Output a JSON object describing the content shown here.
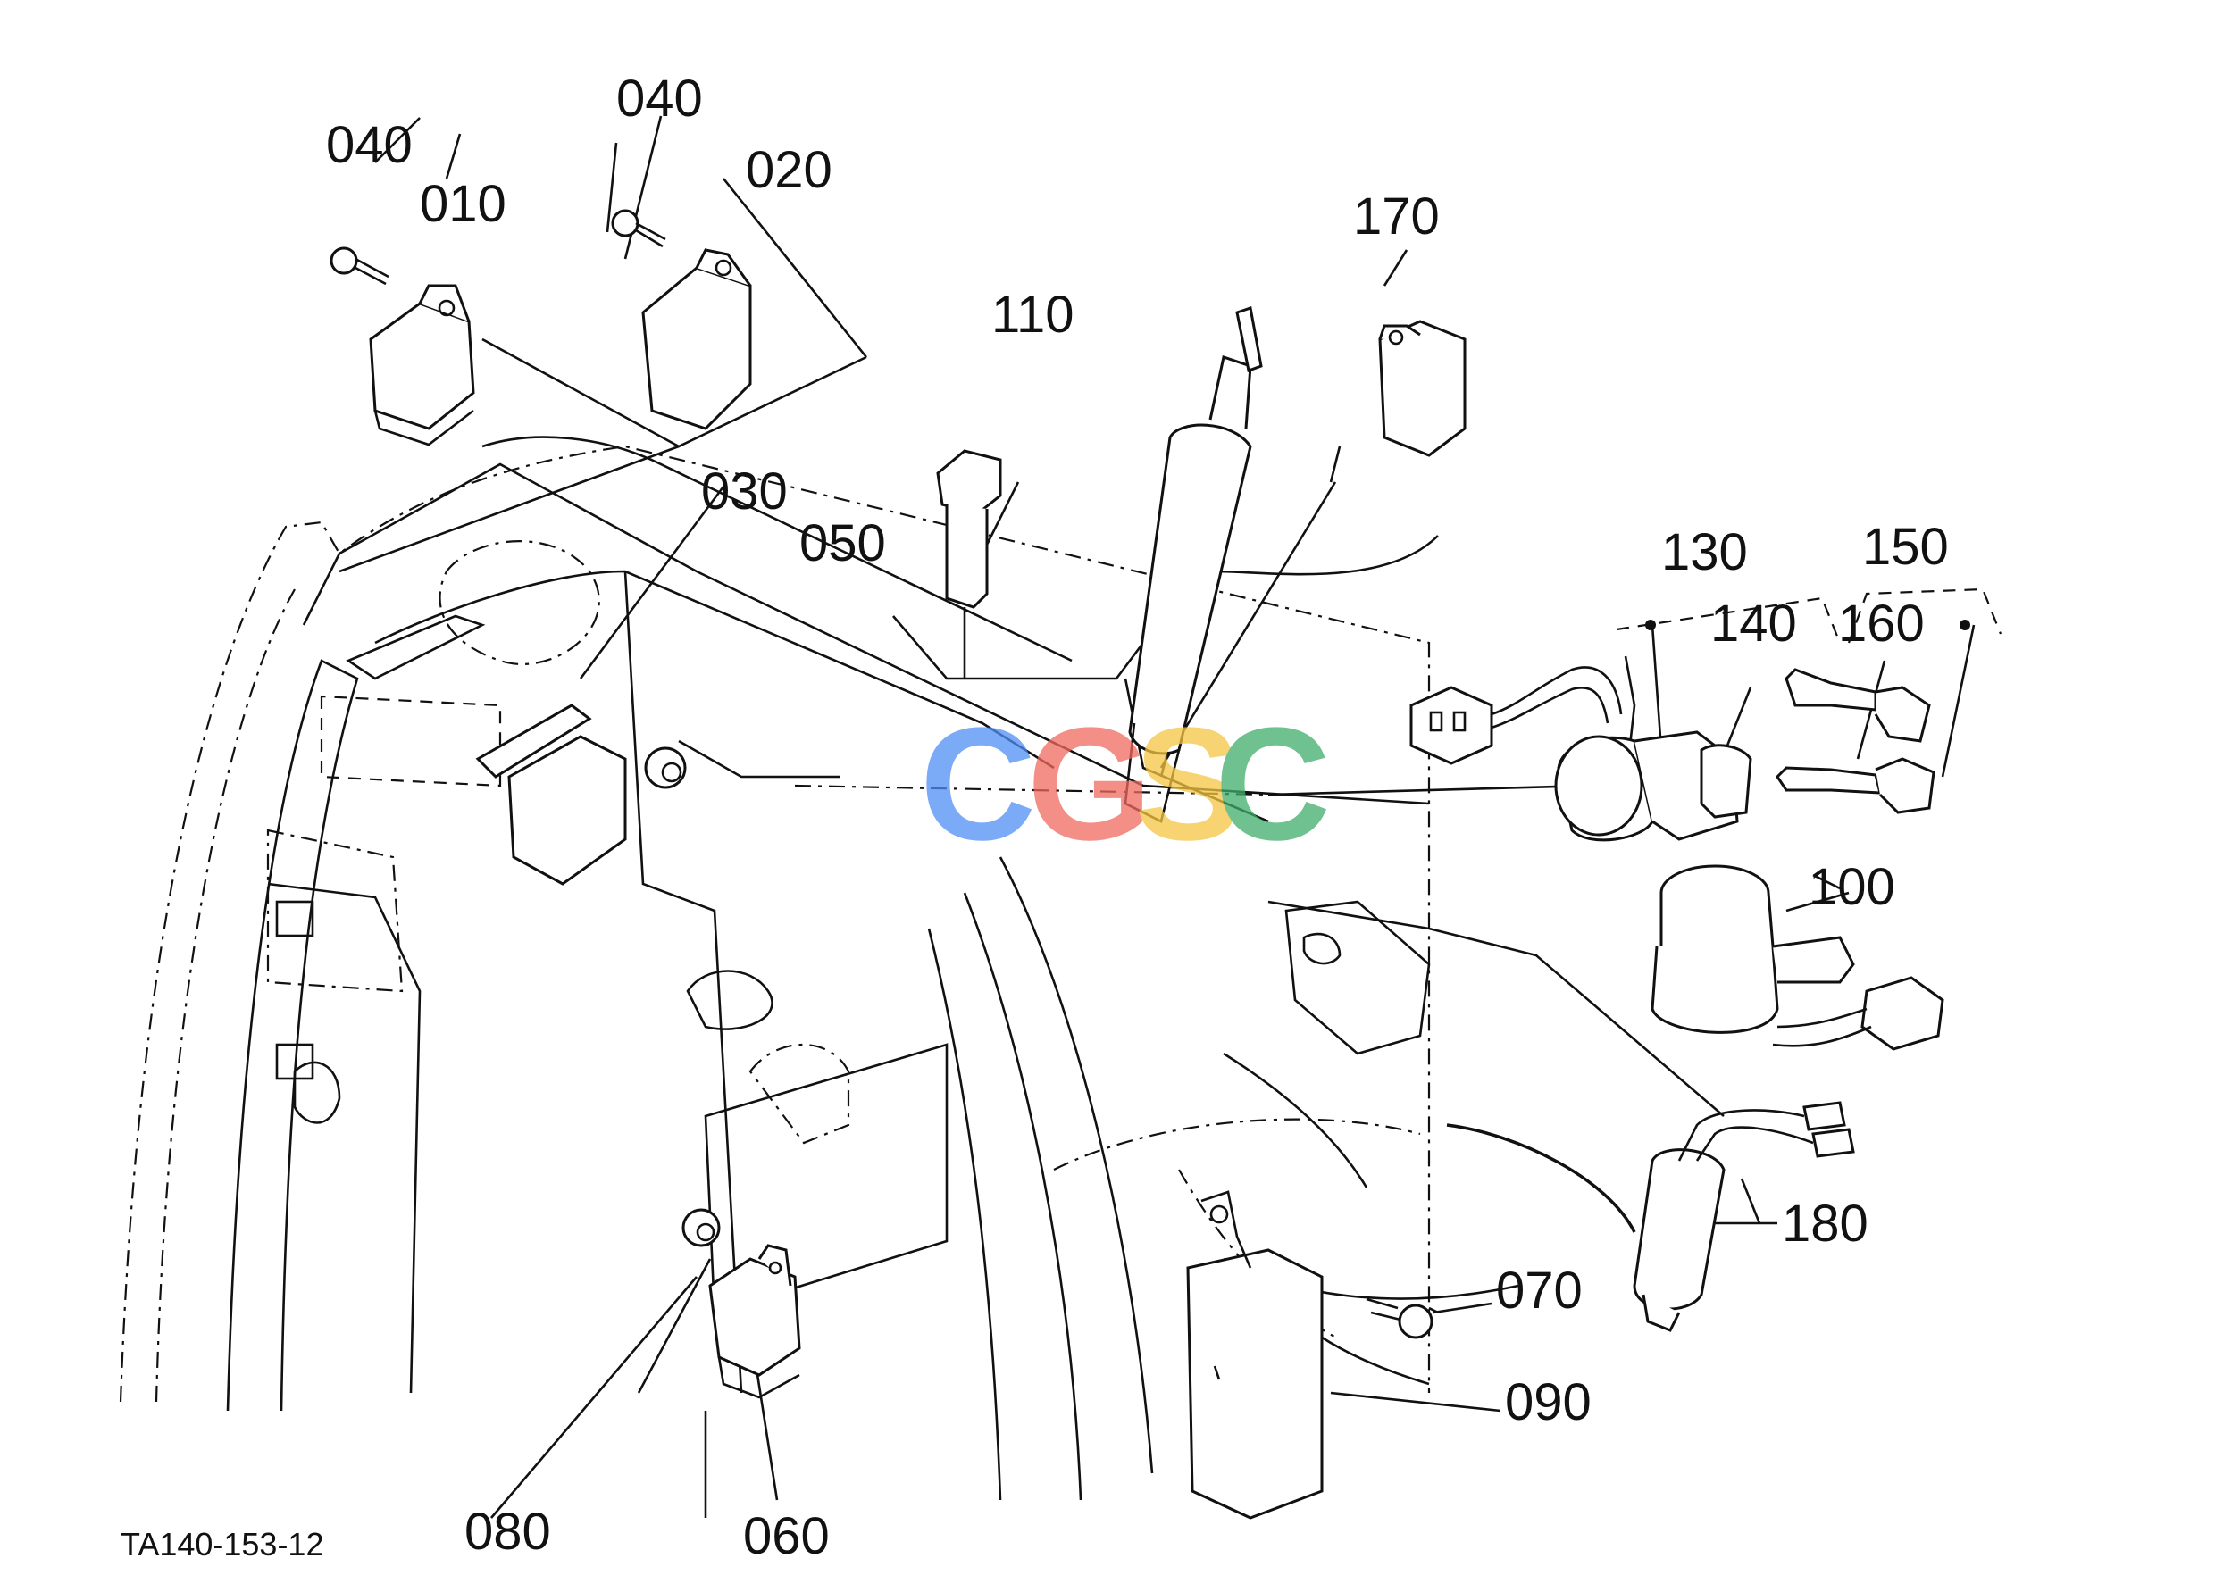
{
  "figure_code": "TA140-153-12",
  "watermark": {
    "letters": [
      "C",
      "G",
      "S",
      "C"
    ],
    "colors": [
      "#4f8ef5",
      "#ef6a5f",
      "#f5c542",
      "#3fae6a"
    ]
  },
  "part_labels": {
    "p010": "010",
    "p020": "020",
    "p030": "030",
    "p040a": "040",
    "p040b": "040",
    "p050": "050",
    "p060": "060",
    "p070": "070",
    "p080": "080",
    "p090": "090",
    "p100": "100",
    "p110": "110",
    "p130": "130",
    "p140": "140",
    "p150": "150",
    "p160": "160",
    "p170": "170",
    "p180": "180"
  }
}
